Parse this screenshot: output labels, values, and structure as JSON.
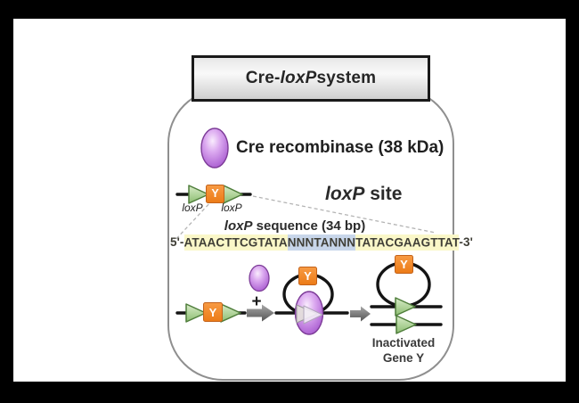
{
  "title": {
    "pre": "Cre-",
    "italic": "loxP",
    "post": " system"
  },
  "legend": {
    "label": "Cre recombinase (38 kDa)"
  },
  "loxp_site": {
    "heading_italic": "loxP",
    "heading_post": " site",
    "label_left": "loxP",
    "label_right": "loxP"
  },
  "sequence": {
    "caption_italic": "loxP",
    "caption_post": " sequence (34 bp)",
    "prefix": "5'-",
    "arm_left": "ATAACTTCGTATA",
    "spacer": "NNNTANNN",
    "arm_right": "TATACGAAGTTAT",
    "suffix": "-3'"
  },
  "reaction": {
    "gene_letter": "Y",
    "plus": "+",
    "product_line1": "Inactivated",
    "product_line2": "Gene Y"
  },
  "colors": {
    "cre_purple": "#b26ad6",
    "triangle_green": "#9cc983",
    "triangle_border": "#4e7d3a",
    "gene_orange": "#ef8630",
    "gene_orange_border": "#c3621a",
    "arm_highlight": "#faf7c8",
    "spacer_highlight": "#c8d6ea",
    "arrow_gray": "#6f6f6f",
    "background": "#000000",
    "panel": "#ffffff"
  }
}
